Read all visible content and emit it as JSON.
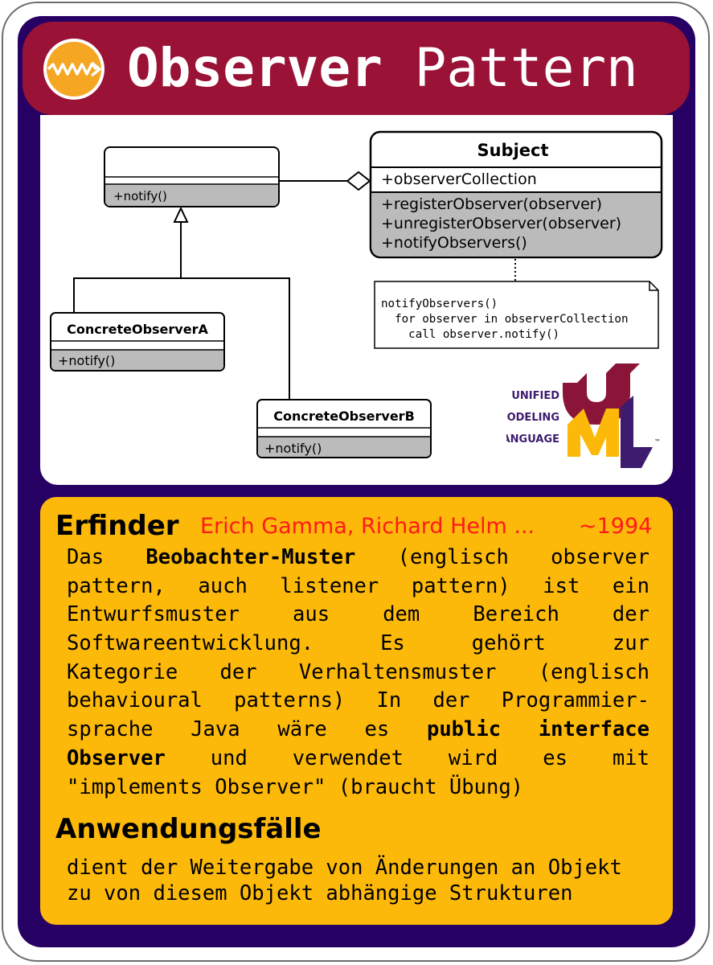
{
  "title": {
    "bold": "Observer",
    "regular": "Pattern"
  },
  "logo_icon": "orange-circle-zigzag-arrow-icon",
  "diagram": {
    "observer": {
      "name": "",
      "attributes": "",
      "methods": [
        "+notify()"
      ]
    },
    "subject": {
      "name": "Subject",
      "attributes": [
        "+observerCollection"
      ],
      "methods": [
        "+registerObserver(observer)",
        "+unregisterObserver(observer)",
        "+notifyObservers()"
      ]
    },
    "concrete_a": {
      "name": "ConcreteObserverA",
      "methods": [
        "+notify()"
      ]
    },
    "concrete_b": {
      "name": "ConcreteObserverB",
      "methods": [
        "+notify()"
      ]
    },
    "note": [
      "notifyObservers()",
      "  for observer in observerCollection",
      "    call observer.notify()"
    ],
    "uml_logo": {
      "lines": [
        "UNIFIED",
        "MODELING",
        "LANGUAGE"
      ],
      "letters": [
        "U",
        "M",
        "L"
      ],
      "tm": "™"
    }
  },
  "inventor": {
    "heading": "Erfinder",
    "names": "Erich Gamma, Richard Helm ...",
    "year": "~1994"
  },
  "description": {
    "lines": [
      [
        {
          "t": "Das "
        },
        {
          "t": "Beobachter-Muster",
          "b": true
        },
        {
          "t": " (englisch observer"
        }
      ],
      [
        {
          "t": "pattern, auch listener pattern) ist ein"
        }
      ],
      [
        {
          "t": "Entwurfsmuster aus dem Bereich der"
        }
      ],
      [
        {
          "t": "Softwareentwicklung. Es gehört zur"
        }
      ],
      [
        {
          "t": "Kategorie der Verhaltensmuster (englisch"
        }
      ],
      [
        {
          "t": "behavioural patterns) In der Programmier-"
        }
      ],
      [
        {
          "t": "sprache Java wäre es "
        },
        {
          "t": "public interface",
          "b": true
        }
      ],
      [
        {
          "t": "Observer",
          "b": true
        },
        {
          "t": " und verwendet wird es mit"
        }
      ],
      [
        {
          "t": "\"implements Observer\" (braucht Übung)"
        }
      ]
    ]
  },
  "usage": {
    "heading": "Anwendungsfälle",
    "lines": [
      "dient der Weitergabe von Änderungen an Objekt",
      "zu von diesem Objekt abhängige Strukturen"
    ]
  },
  "colors": {
    "frame": "#260063",
    "title_bar": "#9a1236",
    "info_bg": "#fcb90a",
    "inventor_text": "#ff1a1a",
    "method_fill": "#bbbbbb",
    "uml_purple": "#3d1b6e",
    "uml_yellow": "#fcb90a",
    "uml_maroon": "#8a1538"
  }
}
